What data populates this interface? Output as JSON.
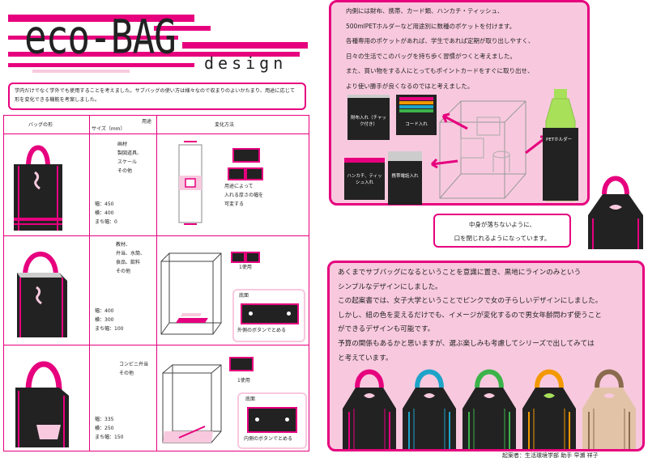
{
  "header": {
    "eco": "eco-BAG",
    "design": "design"
  },
  "intro": "学内だけでなく学外でも使用することを考えました。サブバッグの使い方は様々なので収まりのよいかたまり、用途に応じて形を変化できる機能を考案しました。",
  "table": {
    "col_bag": "バッグの形",
    "col_use": "用途",
    "col_size": "サイズ（mm）",
    "col_change": "変化方法",
    "rows": [
      {
        "use": [
          "画材",
          "製図道具、",
          "スケール",
          "その他"
        ],
        "size": [
          "幅：450",
          "横：400",
          "まち幅：0"
        ],
        "note": [
          "用途によって",
          "入れる厚さの幅を",
          "可変する"
        ]
      },
      {
        "use": [
          "教材、",
          "弁当、水筒、",
          "食品、飲料",
          "その他"
        ],
        "size": [
          "幅：400",
          "横：300",
          "まち幅：100"
        ],
        "b1": "1使用",
        "b2title": "底面",
        "b2caption": "外側のボタンでとめる"
      },
      {
        "use": [
          "コンビニ弁当",
          "その他"
        ],
        "size": [
          "幅：335",
          "横：250",
          "まち幅：150"
        ],
        "b1": "1使用",
        "b2title": "底面",
        "b2caption": "内側のボタンでとめる"
      }
    ]
  },
  "topbox": {
    "lines": [
      "内側には財布、携帯、カード類、ハンカチ・ティッシュ、",
      "500mlPETホルダーなど用途別に数種のポケットを付けます。",
      "各種専用のポケットがあれば、学生であれば定期が取り出しやすく、",
      "日々の生活でこのバッグを持ち歩く習慣がつくと考えました。",
      "また、買い物をする人にとってもポイントカードをすぐに取り出せ、",
      "より使い勝手が良くなるのではと考えました。"
    ],
    "labels": {
      "wallet": "財布入れ（チャック付き）",
      "card": "コード入れ",
      "pet": "PETホルダー",
      "hanky": "ハンカチ、ティッシュ入れ",
      "phone": "携帯電話入れ"
    }
  },
  "bubble": {
    "lines": [
      "中身が落ちないように、",
      "口を閉じれるようになっています。"
    ]
  },
  "bottombox": {
    "lines": [
      "あくまでサブバッグになるということを意識に置き、黒地にラインのみという",
      "シンプルなデザインにしました。",
      "この起案書では、女子大学ということでピンクで女の子らしいデザインにしました。",
      "しかし、紐の色を変えるだけでも、イメージが変化するので男女年齢問わず使うこと",
      "ができるデザインも可能です。",
      "予算の関係もあるかと思いますが、選ぶ楽しみも考慮してシリーズで出してみては",
      "と考えています。"
    ],
    "bag_colors": [
      "#e6007e",
      "#1ea3c9",
      "#3cb34a",
      "#f39800",
      "#8b6b4e"
    ],
    "bow_colors": [
      "#f8c9de",
      "#f8c9de",
      "#f8c9de",
      "#a8e05a",
      "#f8c9de"
    ]
  },
  "credit": "起案者：生活環境学部 助手 早瀬 祥子",
  "colors": {
    "accent": "#e6007e",
    "pink_light": "#f8c9de",
    "black": "#222222"
  }
}
